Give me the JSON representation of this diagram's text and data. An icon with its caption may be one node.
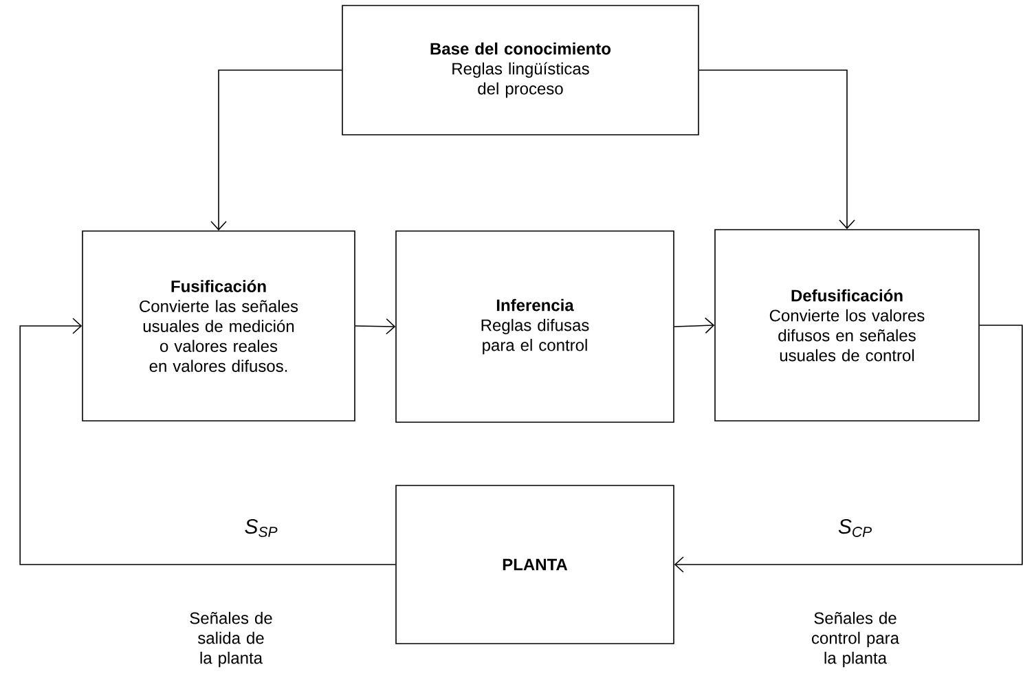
{
  "diagram": {
    "nodes": [
      {
        "text": [
          "Base del conocimiento",
          "Reglas lingüísticas del proceso"
        ]
      },
      {
        "text": [
          "Fusificación",
          "Convierte las señales usuales de medición o valores reales en valores difusos."
        ]
      },
      {
        "text": [
          "Inferencia",
          "Reglas difusas para el control"
        ]
      },
      {
        "text": [
          "Defusificación",
          "Convierte los valores difusos en señales usuales de control"
        ]
      },
      {
        "text": [
          "PLANTA"
        ]
      }
    ],
    "edges": [
      {
        "from": 0,
        "to": 1,
        "arrow": "to"
      },
      {
        "from": 0,
        "to": 3,
        "arrow": "to"
      },
      {
        "from": 1,
        "to": 2,
        "arrow": "to"
      },
      {
        "from": 2,
        "to": 3,
        "arrow": "to"
      },
      {
        "from": 3,
        "to": 4,
        "arrow": "to",
        "label": "S$_{CP}$"
      },
      {
        "from": 4,
        "to": 1,
        "arrow": "to",
        "label": "S$_{SP}$"
      }
    ],
    "labels": [
      "Señales de salida de la planta",
      "Señales de control para la planta"
    ]
  }
}
